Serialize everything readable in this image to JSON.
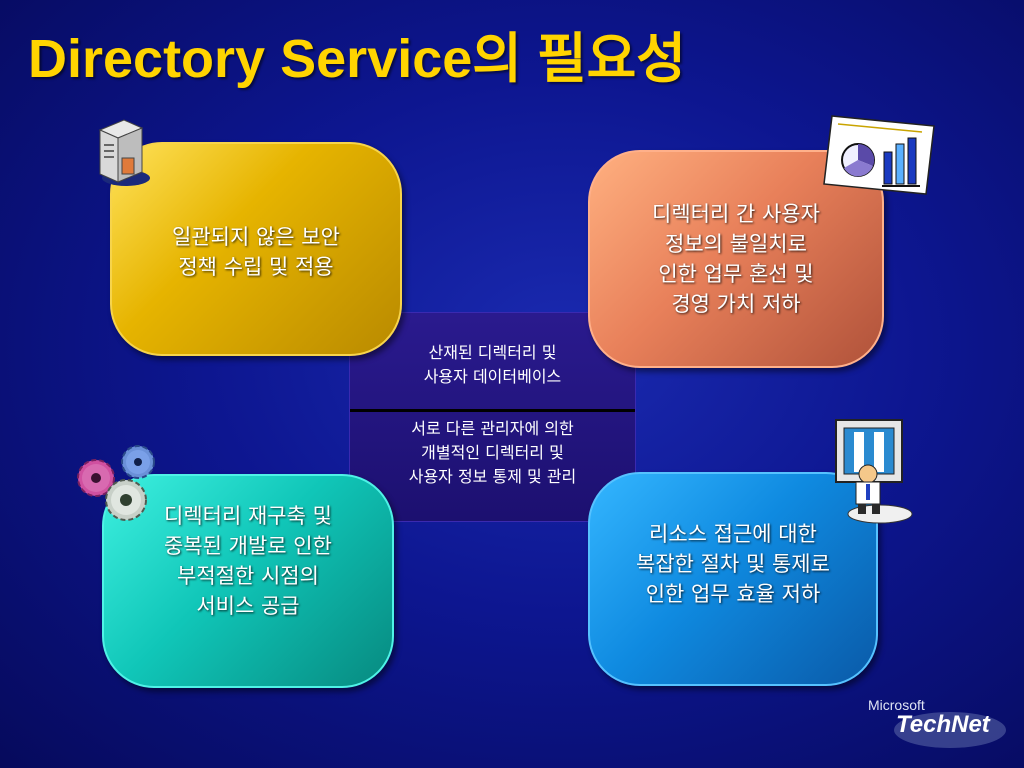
{
  "slide": {
    "title": "Directory Service의 필요성"
  },
  "center": {
    "top_text": "산재된 디렉터리 및\n사용자 데이터베이스",
    "bottom_text": "서로 다른 관리자에 의한\n개별적인 디렉터리 및\n사용자 정보 통제 및 관리"
  },
  "cards": {
    "top_left": "일관되지 않은 보안\n정책 수립 및 적용",
    "top_right": "디렉터리 간 사용자\n정보의 불일치로\n인한 업무 혼선 및\n경영 가치 저하",
    "bottom_left": "디렉터리 재구축 및\n중복된 개발로 인한\n부적절한 시점의\n서비스 공급",
    "bottom_right": "리소스 접근에 대한\n복잡한 절차 및 통제로\n인한 업무 효율 저하"
  },
  "logo": {
    "line1": "Microsoft",
    "line2": "TechNet"
  },
  "colors": {
    "title": "#ffd400",
    "background": "#0d1690",
    "card_yellow": "#e6b400",
    "card_orange": "#e8805a",
    "card_teal": "#10c6b8",
    "card_blue": "#0f8ae0"
  },
  "icons": [
    "server-icon",
    "chart-document-icon",
    "gears-icon",
    "person-at-computer-icon"
  ]
}
